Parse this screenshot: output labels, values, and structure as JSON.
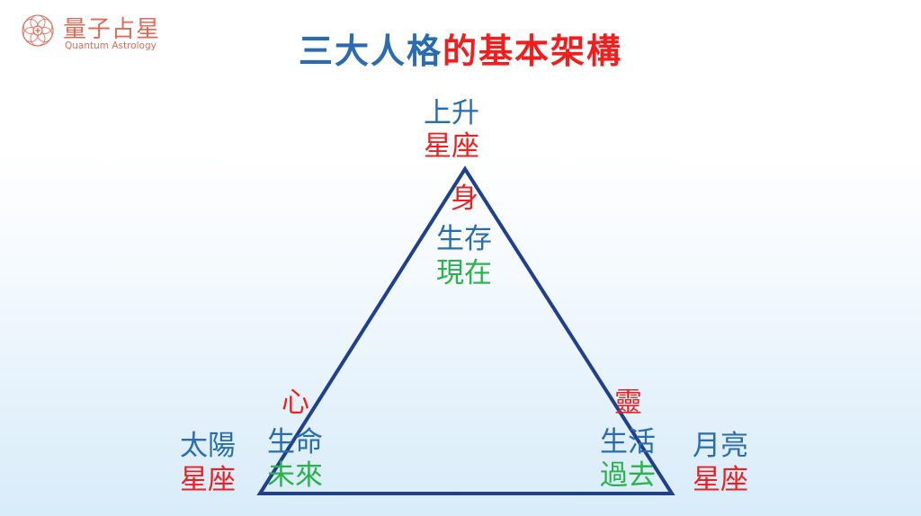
{
  "logo": {
    "icon": "flower-of-life-icon",
    "name_cn": "量子占星",
    "name_en": "Quantum Astrology",
    "color": "#e06a57"
  },
  "title": {
    "part1": "三大人格",
    "part2": "的基本架構"
  },
  "colors": {
    "blue": "#2a6cb0",
    "red": "#f01f1f",
    "green": "#2bb24c",
    "triangle": "#1f3f8f"
  },
  "top": {
    "outer_line1": "上升",
    "outer_line2": "星座",
    "inner_line1": "身",
    "inner_line2": "生存",
    "inner_line3": "現在"
  },
  "left": {
    "outer_line1": "太陽",
    "outer_line2": "星座",
    "inner_line1": "心",
    "inner_line2": "生命",
    "inner_line3": "未來"
  },
  "right": {
    "outer_line1": "月亮",
    "outer_line2": "星座",
    "inner_line1": "靈",
    "inner_line2": "生活",
    "inner_line3": "過去"
  }
}
